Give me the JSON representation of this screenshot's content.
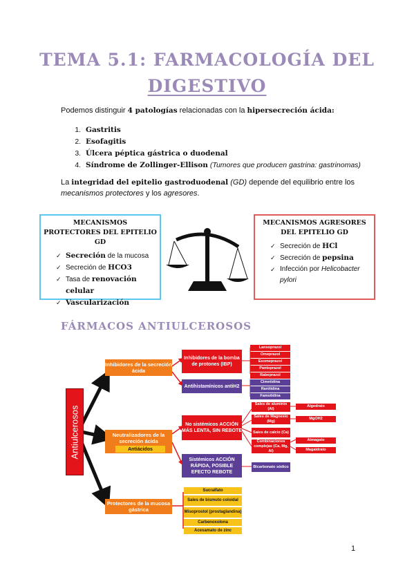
{
  "title_line1": "TEMA 5.1: FARMACOLOGÍA DEL",
  "title_line2": "DIGESTIVO",
  "intro": {
    "pre": "Podemos distinguir ",
    "bold1": "4 patologías",
    "mid": " relacionadas con la ",
    "bold2": "hipersecreción ácida:"
  },
  "pathologies": [
    {
      "num": "1.",
      "text": "Gastritis",
      "note": ""
    },
    {
      "num": "2.",
      "text": "Esofagitis",
      "note": ""
    },
    {
      "num": "3.",
      "text": "Úlcera péptica gástrica o duodenal",
      "note": ""
    },
    {
      "num": "4.",
      "text": "Síndrome de Zollinger-Ellison",
      "note": "(Tumores que producen gastrina: gastrinomas)"
    }
  ],
  "integrity": {
    "pre": "La ",
    "bold": "integridad del epitelio gastroduodenal",
    "abbr": "(GD)",
    "mid": " depende del equilibrio entre los",
    "it1": "mecanismos protectores",
    "and": " y los ",
    "it2": "agresores",
    "end": "."
  },
  "protectors": {
    "title": "MECANISMOS PROTECTORES DEL EPITELIO GD",
    "items": [
      {
        "bold": "Secreción",
        "rest": " de la mucosa"
      },
      {
        "pre": "Secreción de ",
        "bold": "HCO3"
      },
      {
        "pre": "Tasa de ",
        "bold": "renovación celular"
      },
      {
        "bold": "Vascularización"
      }
    ]
  },
  "aggressors": {
    "title": "MECANISMOS AGRESORES DEL EPITELIO GD",
    "items": [
      {
        "pre": "Secreción de ",
        "bold": "HCl"
      },
      {
        "pre": "Secreción de ",
        "bold": "pepsina"
      },
      {
        "pre": "Infección por ",
        "it": "Helicobacter pylori"
      }
    ]
  },
  "section_title": "FÁRMACOS ANTIULCEROSOS",
  "diagram": {
    "root": "Antiulcerosos",
    "inhibidores": "Inhibidores de la secreción ácida",
    "ibp": "Inhibidores de la bomba de protones (IBP)",
    "ibp_drugs": [
      "Lansoprazol",
      "Omeprazol",
      "Esomeprazol",
      "Pantoprazol",
      "Rabeprazol"
    ],
    "h2": "Antihistamínicos antiH2",
    "h2_drugs": [
      "Cimetidina",
      "Ranitidina",
      "Famotidina"
    ],
    "neutralizadores": "Neutralizadores de la secreción ácida",
    "antiacidos": "Antiácidos",
    "nosist": "No sistémicos ACCIÓN MÁS LENTA, SIN REBOTE",
    "salts": [
      "Sales de aluminio (Al)",
      "Sales de Magnesio (Mg)",
      "Sales de calcio (Ca)",
      "Combinaciones complejas (Ca, Mg, Al)"
    ],
    "salt_drugs": [
      "Algedrato",
      "MgOH2",
      "Almagato",
      "Magaldrato"
    ],
    "sist": "Sistémicos ACCIÓN RÁPIDA, POSIBLE EFECTO REBOTE",
    "bicarbonato": "Bicarbonato sódico",
    "protectores": "Protectores de la mucosa gástrica",
    "prot_drugs": [
      "Sucralfato",
      "Sales de bismuto coloidal",
      "Misoprostol (prostaglandina)",
      "Carbenoxolona",
      "Acexamato de zinc"
    ]
  },
  "page_number": "1"
}
